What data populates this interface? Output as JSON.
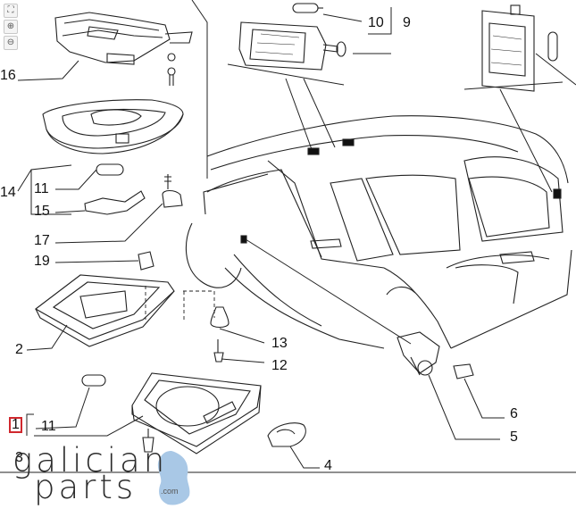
{
  "toolbar": {
    "tools": [
      {
        "name": "fullscreen",
        "glyph": "⛶"
      },
      {
        "name": "zoom-in",
        "glyph": "⊕"
      },
      {
        "name": "zoom-out",
        "glyph": "⊖"
      }
    ]
  },
  "callouts": [
    {
      "id": "10",
      "label": "10"
    },
    {
      "id": "9",
      "label": "9"
    },
    {
      "id": "16",
      "label": "16"
    },
    {
      "id": "14",
      "label": "14"
    },
    {
      "id": "11a",
      "label": "11"
    },
    {
      "id": "15",
      "label": "15"
    },
    {
      "id": "17",
      "label": "17"
    },
    {
      "id": "19",
      "label": "19"
    },
    {
      "id": "2",
      "label": "2"
    },
    {
      "id": "13",
      "label": "13"
    },
    {
      "id": "12",
      "label": "12"
    },
    {
      "id": "6",
      "label": "6"
    },
    {
      "id": "5",
      "label": "5"
    },
    {
      "id": "11b",
      "label": "11"
    },
    {
      "id": "1",
      "label": "1",
      "highlight": "#d0282e"
    },
    {
      "id": "3",
      "label": "3"
    },
    {
      "id": "4",
      "label": "4"
    }
  ],
  "logo": {
    "line1": "galician",
    "line2": "parts",
    "domain": ".com",
    "accent_color": "#a9c8e6"
  }
}
